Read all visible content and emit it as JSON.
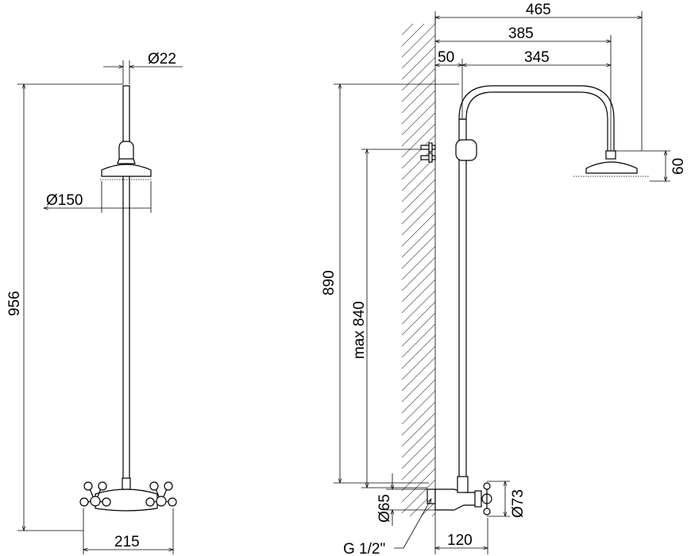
{
  "front_view": {
    "dim_pipe_diameter": "Ø22",
    "dim_head_diameter": "Ø150",
    "dim_total_height": "956",
    "dim_mixer_width": "215"
  },
  "side_view": {
    "dim_total_projection": "465",
    "dim_arm_projection": "385",
    "dim_wall_offset": "50",
    "dim_arm_length": "345",
    "dim_head_height": "60",
    "dim_column_height": "890",
    "dim_max_height": "max 840",
    "dim_mixer_height": "Ø65",
    "dim_handle_diameter": "Ø73",
    "dim_thread": "G 1/2\"",
    "dim_mixer_depth": "120"
  }
}
